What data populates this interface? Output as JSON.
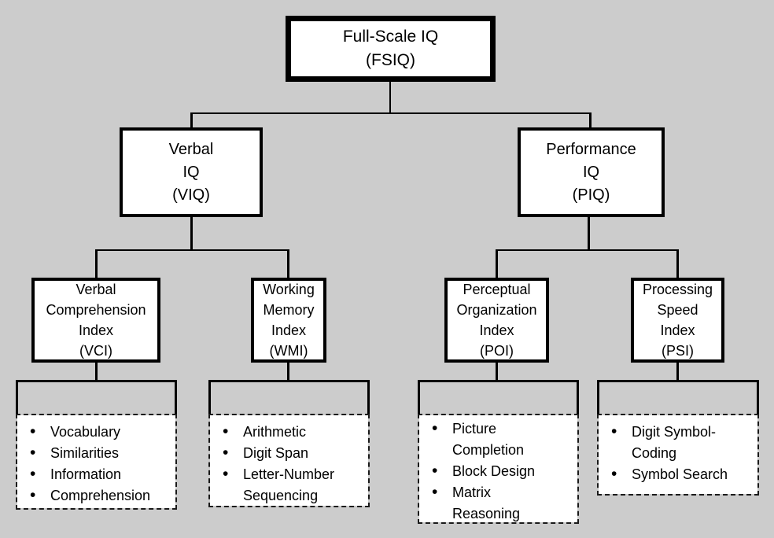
{
  "diagram": {
    "root": {
      "lines": [
        "Full-Scale IQ",
        "(FSIQ)"
      ]
    },
    "level2": {
      "viq": {
        "lines": [
          "Verbal",
          "IQ",
          "(VIQ)"
        ]
      },
      "piq": {
        "lines": [
          "Performance",
          "IQ",
          "(PIQ)"
        ]
      }
    },
    "level3": {
      "vci": {
        "lines": [
          "Verbal",
          "Comprehension",
          "Index",
          "(VCI)"
        ]
      },
      "wmi": {
        "lines": [
          "Working",
          "Memory",
          "Index",
          "(WMI)"
        ]
      },
      "poi": {
        "lines": [
          "Perceptual",
          "Organization",
          "Index",
          "(POI)"
        ]
      },
      "psi": {
        "lines": [
          "Processing",
          "Speed",
          "Index",
          "(PSI)"
        ]
      }
    },
    "subtests": {
      "vci": {
        "items": [
          "Vocabulary",
          "Similarities",
          "Information",
          "Comprehension"
        ]
      },
      "wmi": {
        "items": [
          "Arithmetic",
          "Digit Span",
          "Letter-Number Sequencing"
        ]
      },
      "poi": {
        "items": [
          "Picture Completion",
          "Block Design",
          "Matrix Reasoning"
        ]
      },
      "psi": {
        "items": [
          "Digit Symbol-Coding",
          "Symbol Search"
        ]
      }
    },
    "bullet": "•",
    "colors": {
      "background": "#cccccc",
      "box_fill": "#ffffff",
      "line": "#000000"
    }
  }
}
